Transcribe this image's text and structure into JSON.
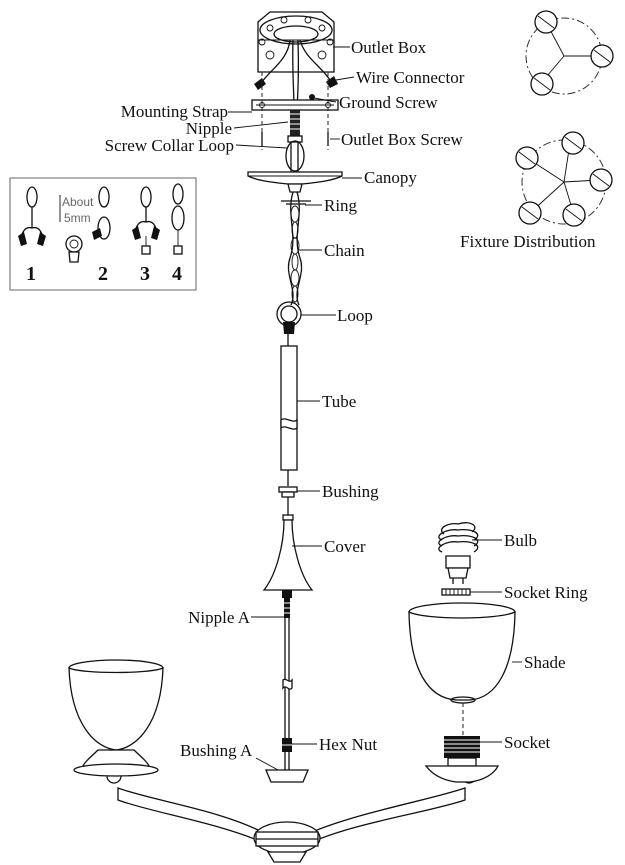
{
  "labels": {
    "outlet_box": "Outlet Box",
    "wire_connector": "Wire Connector",
    "ground_screw": "Ground Screw",
    "mounting_strap": "Mounting Strap",
    "nipple": "Nipple",
    "screw_collar_loop": "Screw Collar Loop",
    "outlet_box_screw": "Outlet Box Screw",
    "canopy": "Canopy",
    "ring": "Ring",
    "chain": "Chain",
    "loop": "Loop",
    "tube": "Tube",
    "bushing": "Bushing",
    "cover": "Cover",
    "nipple_a": "Nipple A",
    "bushing_a": "Bushing A",
    "hex_nut": "Hex Nut",
    "bulb": "Bulb",
    "socket_ring": "Socket Ring",
    "shade": "Shade",
    "socket": "Socket"
  },
  "fixture_distribution": {
    "caption": "Fixture Distribution"
  },
  "chain_steps": {
    "about": "About",
    "size": "5mm",
    "numbers": [
      "1",
      "2",
      "3",
      "4"
    ]
  }
}
